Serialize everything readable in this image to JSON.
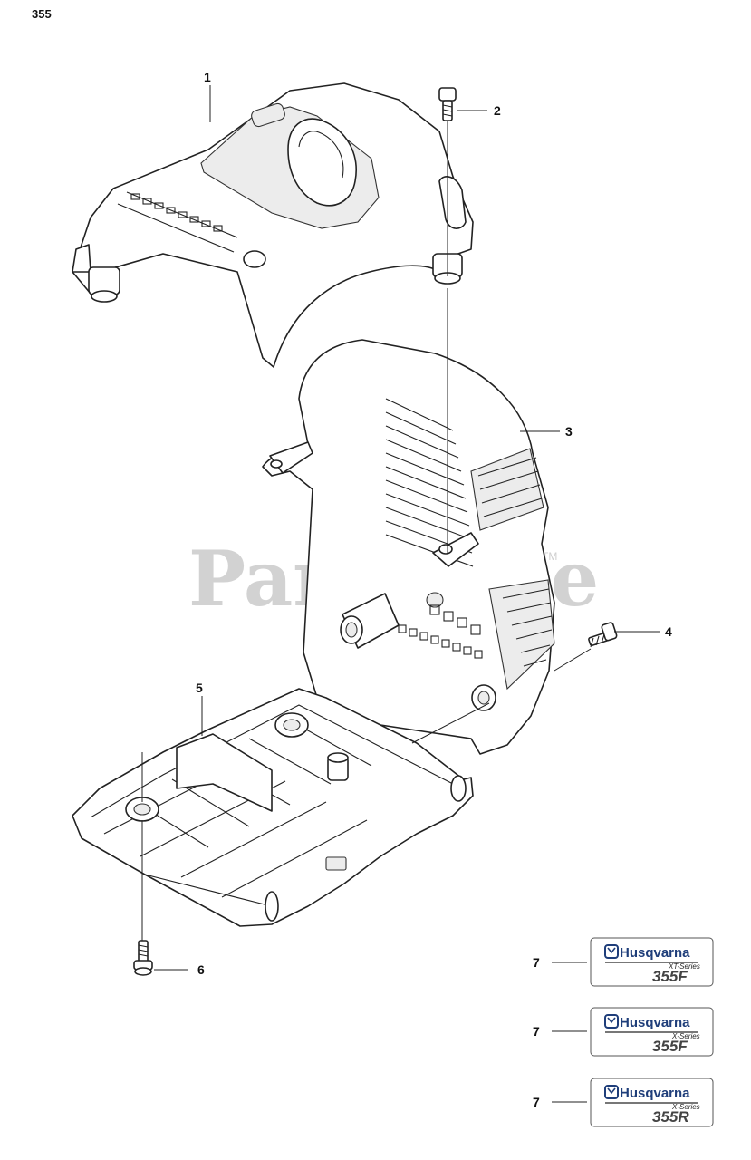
{
  "page": {
    "number": "355"
  },
  "watermark": {
    "text": "PartsTree",
    "tm": "TM"
  },
  "callouts": [
    {
      "label": "1"
    },
    {
      "label": "2"
    },
    {
      "label": "3"
    },
    {
      "label": "4"
    },
    {
      "label": "5"
    },
    {
      "label": "6"
    },
    {
      "label": "7"
    },
    {
      "label": "7"
    },
    {
      "label": "7"
    }
  ],
  "decals": [
    {
      "brand": "Husqvarna",
      "series": "XT-Series",
      "model": "355F"
    },
    {
      "brand": "Husqvarna",
      "series": "X-Series",
      "model": "355F"
    },
    {
      "brand": "Husqvarna",
      "series": "X-Series",
      "model": "355R"
    }
  ],
  "icons": {
    "brand_logo": "husqvarna-crown-logo-icon"
  }
}
